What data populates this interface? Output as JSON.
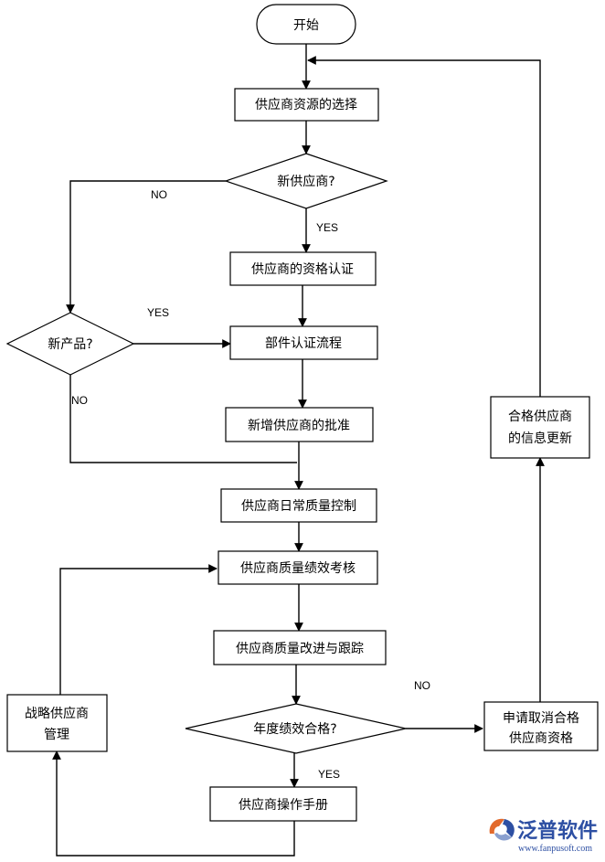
{
  "nodes": {
    "start": "开始",
    "select": "供应商资源的选择",
    "is_new_supplier": "新供应商?",
    "qualification": "供应商的资格认证",
    "is_new_product": "新产品?",
    "part_cert": "部件认证流程",
    "approval": "新增供应商的批准",
    "daily_qc": "供应商日常质量控制",
    "perf_review": "供应商质量绩效考核",
    "improve": "供应商质量改进与跟踪",
    "annual_check": "年度绩效合格?",
    "manual": "供应商操作手册",
    "strategic_line1": "战略供应商",
    "strategic_line2": "管理",
    "cancel_line1": "申请取消合格",
    "cancel_line2": "供应商资格",
    "update_line1": "合格供应商",
    "update_line2": "的信息更新"
  },
  "labels": {
    "no_1": "NO",
    "yes_1": "YES",
    "yes_2": "YES",
    "no_2": "NO",
    "no_3": "NO",
    "yes_3": "YES"
  },
  "watermark": {
    "brand": "泛普软件",
    "url": "www.fanpusoft.com",
    "brand_color": "#2d4fa3",
    "logo_color": "#e26a2c"
  }
}
